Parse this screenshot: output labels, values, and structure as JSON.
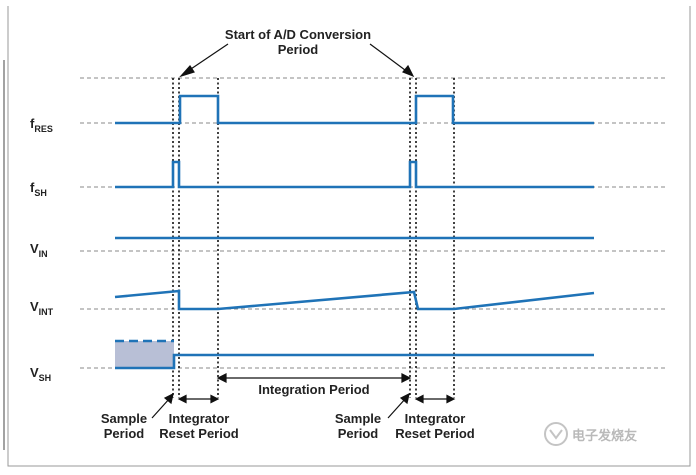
{
  "title": {
    "line1": "Start of A/D Conversion",
    "line2": "Period"
  },
  "signals": [
    {
      "name": "f",
      "sub": "RES"
    },
    {
      "name": "f",
      "sub": "SH"
    },
    {
      "name": "V",
      "sub": "IN"
    },
    {
      "name": "V",
      "sub": "INT"
    },
    {
      "name": "V",
      "sub": "SH"
    }
  ],
  "annotations": {
    "integration_period": "Integration Period",
    "sample_period_1": [
      "Sample",
      "Period"
    ],
    "integrator_reset_1": [
      "Integrator",
      "Reset Period"
    ],
    "sample_period_2": [
      "Sample",
      "Period"
    ],
    "integrator_reset_2": [
      "Integrator",
      "Reset Period"
    ]
  },
  "watermark": "电子发烧友",
  "colors": {
    "signal": "#1f73b7",
    "dashed_guide": "#888888",
    "dotted_marker": "#111111",
    "shade": "#b8bfd6",
    "frame": "#9a9a9a"
  }
}
